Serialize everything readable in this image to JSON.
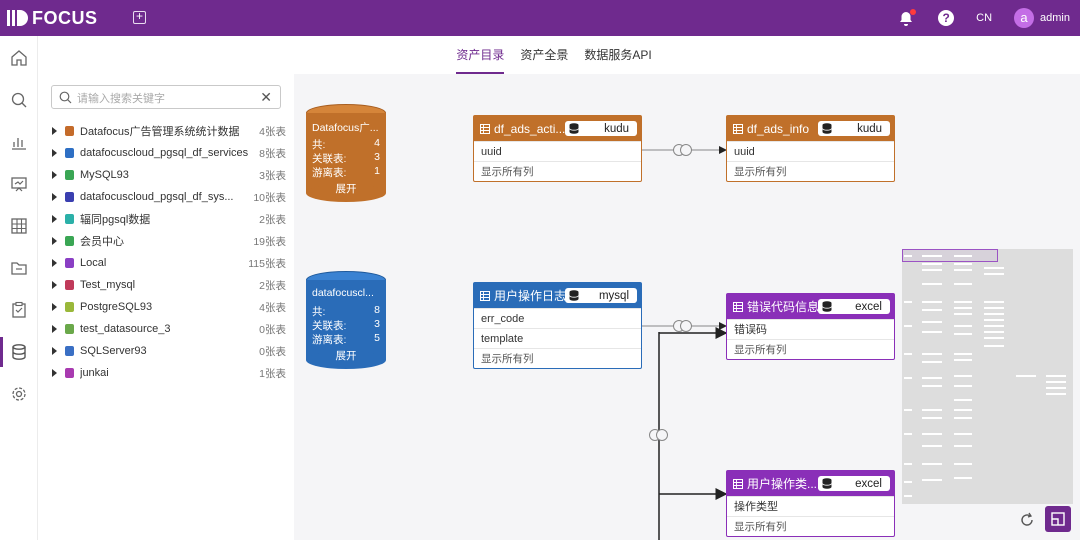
{
  "app": {
    "logo_text": "FOCUS",
    "lang": "CN",
    "avatar_letter": "a",
    "username": "admin"
  },
  "tabs": [
    {
      "label": "资产目录",
      "active": true
    },
    {
      "label": "资产全景",
      "active": false
    },
    {
      "label": "数据服务API",
      "active": false
    }
  ],
  "search": {
    "placeholder": "请输入搜索关键字"
  },
  "tree": [
    {
      "name": "Datafocus广告管理系统统计数据",
      "count": "4张表",
      "color": "#c46b2a"
    },
    {
      "name": "datafocuscloud_pgsql_df_services",
      "count": "8张表",
      "color": "#2e6fc4"
    },
    {
      "name": "MySQL93",
      "count": "3张表",
      "color": "#3aa654"
    },
    {
      "name": "datafocuscloud_pgsql_df_sys...",
      "count": "10张表",
      "color": "#3a3fb0"
    },
    {
      "name": "辐同pgsql数据",
      "count": "2张表",
      "color": "#2bb0a8"
    },
    {
      "name": "会员中心",
      "count": "19张表",
      "color": "#3aa654"
    },
    {
      "name": "Local",
      "count": "115张表",
      "color": "#8a3fc4"
    },
    {
      "name": "Test_mysql",
      "count": "2张表",
      "color": "#c03a5a"
    },
    {
      "name": "PostgreSQL93",
      "count": "4张表",
      "color": "#9ab83a"
    },
    {
      "name": "test_datasource_3",
      "count": "0张表",
      "color": "#6aa84a"
    },
    {
      "name": "SQLServer93",
      "count": "0张表",
      "color": "#3a6fc4"
    },
    {
      "name": "junkai",
      "count": "1张表",
      "color": "#a83ab0"
    }
  ],
  "sources": [
    {
      "title": "Datafocus广...",
      "total_label": "共:",
      "total": "4",
      "related_label": "关联表:",
      "related": "3",
      "free_label": "游离表:",
      "free": "1",
      "expand": "展开",
      "color": "#c0702a"
    },
    {
      "title": "datafocuscl...",
      "total_label": "共:",
      "total": "8",
      "related_label": "关联表:",
      "related": "3",
      "free_label": "游离表:",
      "free": "5",
      "expand": "展开",
      "color": "#2a6cb8"
    }
  ],
  "cards": [
    {
      "name": "df_ads_acti...",
      "source": "kudu",
      "fields": [
        "uuid"
      ],
      "more": "显示所有列",
      "color": "#c0702a"
    },
    {
      "name": "df_ads_info",
      "source": "kudu",
      "fields": [
        "uuid"
      ],
      "more": "显示所有列",
      "color": "#c0702a"
    },
    {
      "name": "用户操作日志",
      "source": "mysql",
      "fields": [
        "err_code",
        "template"
      ],
      "more": "显示所有列",
      "color": "#2a6cb8"
    },
    {
      "name": "错误代码信息",
      "source": "excel",
      "fields": [
        "错误码"
      ],
      "more": "显示所有列",
      "color": "#8a2fb8"
    },
    {
      "name": "用户操作类...",
      "source": "excel",
      "fields": [
        "操作类型"
      ],
      "more": "显示所有列",
      "color": "#8a2fb8"
    }
  ],
  "icons": {
    "bell": "bell-icon",
    "help": "help-icon",
    "refresh": "refresh-icon",
    "fit": "fit-view-icon"
  }
}
